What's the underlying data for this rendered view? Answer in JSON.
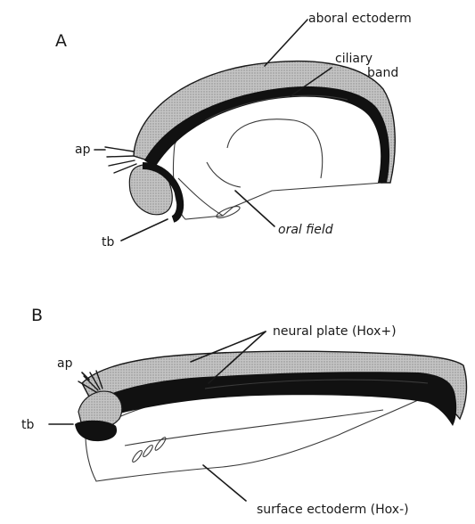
{
  "panels": {
    "a": {
      "letter": "A",
      "labels": {
        "aboral_ectoderm": "aboral ectoderm",
        "ciliary_band_line1": "ciliary",
        "ciliary_band_line2": "band",
        "apical_plate": "ap",
        "telotroch": "tb",
        "oral_field": "oral field"
      }
    },
    "b": {
      "letter": "B",
      "labels": {
        "neural_plate": "neural plate (Hox+)",
        "apical_plate": "ap",
        "telotroch": "tb",
        "surface_ectoderm": "surface ectoderm (Hox-)"
      }
    }
  },
  "colors": {
    "line": "#1a1a1a",
    "shading": "#b3b3b3",
    "band": "#111111",
    "background": "#ffffff"
  }
}
